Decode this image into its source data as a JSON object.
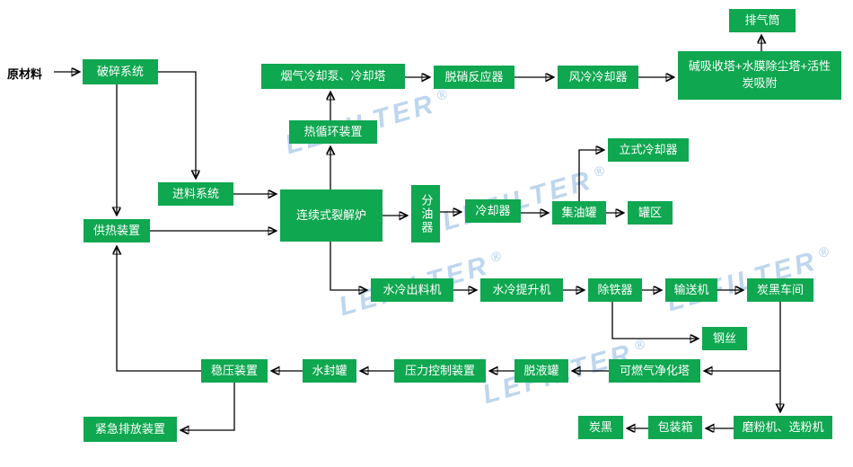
{
  "watermark": {
    "text": "LEFILTER",
    "reg": "®"
  },
  "colors": {
    "node_green": "#0fa750",
    "arrow_black": "#000000",
    "watermark_blue": "#89b4e0"
  },
  "nodes": {
    "raw_material": {
      "label": "原材料"
    },
    "crushing_system": {
      "label": "破碎系统"
    },
    "flue_gas_cooling": {
      "label": "烟气冷却泵、冷却塔"
    },
    "denitration_reactor": {
      "label": "脱硝反应器"
    },
    "air_cooled_cooler": {
      "label": "风冷冷却器"
    },
    "alkali_absorption": {
      "label": "碱吸收塔+水膜除尘塔+活性炭吸附"
    },
    "exhaust_stack": {
      "label": "排气筒"
    },
    "heat_circulation": {
      "label": "热循环装置"
    },
    "feeding_system": {
      "label": "进料系统"
    },
    "pyrolysis_furnace": {
      "label": "连续式裂解炉"
    },
    "oil_separator": {
      "label": "分油器"
    },
    "cooler": {
      "label": "冷却器"
    },
    "oil_collection_tank": {
      "label": "集油罐"
    },
    "tank_area": {
      "label": "罐区"
    },
    "vertical_cooler": {
      "label": "立式冷却器"
    },
    "heating_device": {
      "label": "供热装置"
    },
    "water_cooled_discharger": {
      "label": "水冷出料机"
    },
    "water_cooled_elevator": {
      "label": "水冷提升机"
    },
    "iron_remover": {
      "label": "除铁器"
    },
    "conveyor": {
      "label": "输送机"
    },
    "carbon_black_workshop": {
      "label": "炭黑车间"
    },
    "steel_wire": {
      "label": "钢丝"
    },
    "pressure_stabilizer": {
      "label": "稳压装置"
    },
    "water_seal_tank": {
      "label": "水封罐"
    },
    "pressure_control": {
      "label": "压力控制装置"
    },
    "liquid_removal_tank": {
      "label": "脱液罐"
    },
    "gas_purification_tower": {
      "label": "可燃气净化塔"
    },
    "emergency_discharge": {
      "label": "紧急排放装置"
    },
    "carbon_black": {
      "label": "炭黑"
    },
    "packing_box": {
      "label": "包装箱"
    },
    "grinding_machine": {
      "label": "磨粉机、选粉机"
    }
  }
}
